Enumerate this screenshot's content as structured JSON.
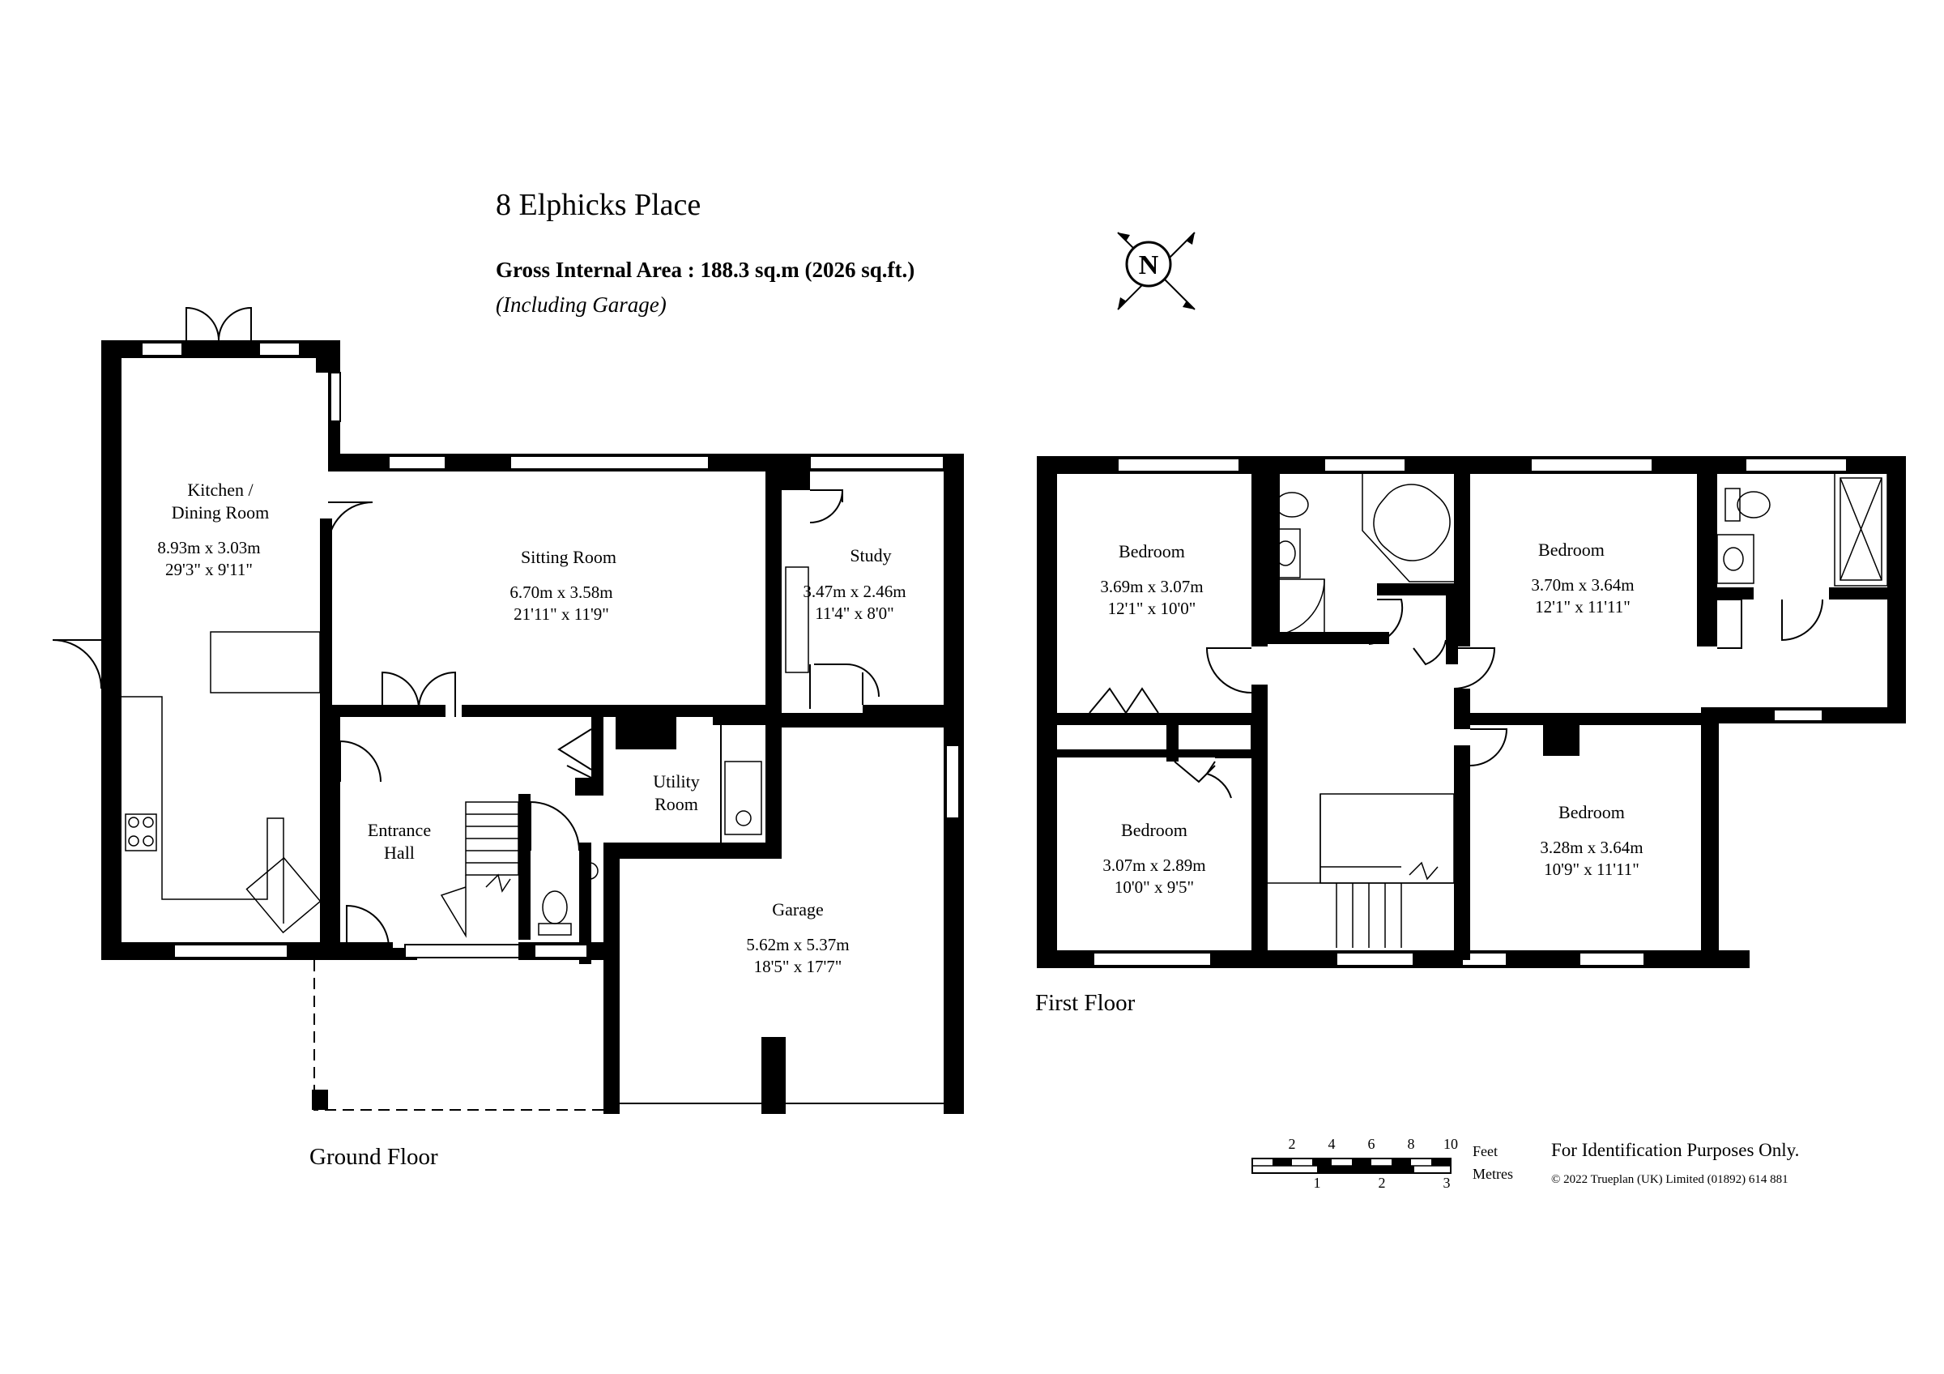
{
  "header": {
    "title": "8 Elphicks Place",
    "gross_internal_area": "Gross Internal Area  :  188.3 sq.m   (2026 sq.ft.)",
    "including": "(Including Garage)"
  },
  "compass": {
    "label": "N",
    "icon": "north-compass-icon"
  },
  "ground_floor": {
    "label": "Ground Floor",
    "rooms": {
      "kitchen": {
        "name_line1": "Kitchen /",
        "name_line2": "Dining Room",
        "metric": "8.93m  x  3.03m",
        "imperial": "29'3\"  x  9'11\""
      },
      "sitting": {
        "name": "Sitting Room",
        "metric": "6.70m  x  3.58m",
        "imperial": "21'11\"  x  11'9\""
      },
      "study": {
        "name": "Study",
        "metric": "3.47m  x  2.46m",
        "imperial": "11'4\"  x  8'0\""
      },
      "utility": {
        "name_line1": "Utility",
        "name_line2": "Room"
      },
      "entrance": {
        "name_line1": "Entrance",
        "name_line2": "Hall"
      },
      "garage": {
        "name": "Garage",
        "metric": "5.62m  x  5.37m",
        "imperial": "18'5\"  x  17'7\""
      }
    }
  },
  "first_floor": {
    "label": "First Floor",
    "rooms": {
      "bed1": {
        "name": "Bedroom",
        "metric": "3.69m  x  3.07m",
        "imperial": "12'1\"  x  10'0\""
      },
      "bed2": {
        "name": "Bedroom",
        "metric": "3.70m  x  3.64m",
        "imperial": "12'1\"  x  11'11\""
      },
      "bed3": {
        "name": "Bedroom",
        "metric": "3.07m  x  2.89m",
        "imperial": "10'0\"  x  9'5\""
      },
      "bed4": {
        "name": "Bedroom",
        "metric": "3.28m  x  3.64m",
        "imperial": "10'9\"  x  11'11\""
      }
    }
  },
  "scale_bar": {
    "feet_ticks": [
      "2",
      "4",
      "6",
      "8",
      "10"
    ],
    "metre_ticks": [
      "1",
      "2",
      "3"
    ],
    "feet_label": "Feet",
    "metres_label": "Metres"
  },
  "footer": {
    "identification": "For Identification Purposes Only.",
    "copyright": "© 2022 Trueplan (UK) Limited  (01892) 614 881"
  }
}
